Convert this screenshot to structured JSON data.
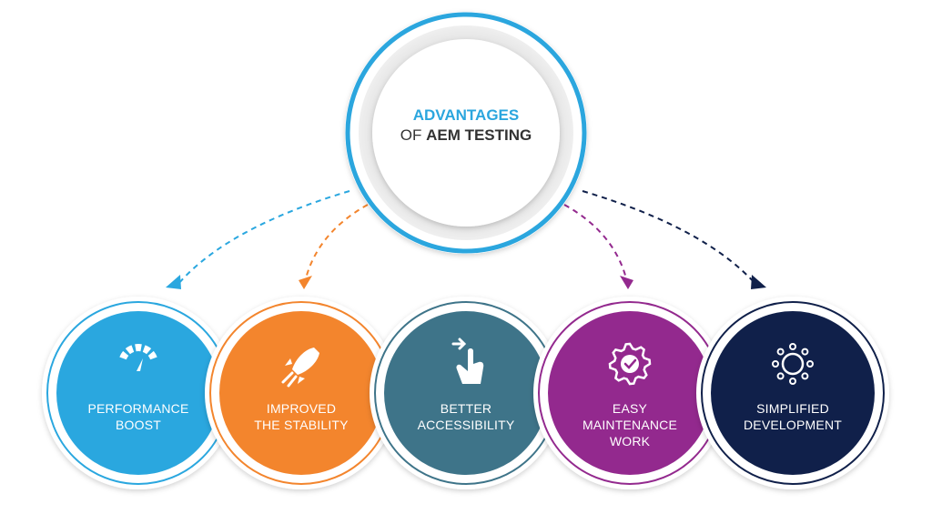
{
  "hub": {
    "line1": "ADVANTAGES",
    "line2_prefix": "OF ",
    "line2_bold": "AEM TESTING"
  },
  "nodes": [
    {
      "label": "PERFORMANCE\nBOOST",
      "color": "#2aa7df",
      "icon": "speedometer-icon"
    },
    {
      "label": "IMPROVED\nTHE STABILITY",
      "color": "#f3852d",
      "icon": "rocket-icon"
    },
    {
      "label": "BETTER\nACCESSIBILITY",
      "color": "#3e7489",
      "icon": "hand-pointer-icon"
    },
    {
      "label": "EASY\nMAINTENANCE\nWORK",
      "color": "#93298e",
      "icon": "gear-check-icon"
    },
    {
      "label": "SIMPLIFIED\nDEVELOPMENT",
      "color": "#10204a",
      "icon": "sun-icon"
    }
  ]
}
